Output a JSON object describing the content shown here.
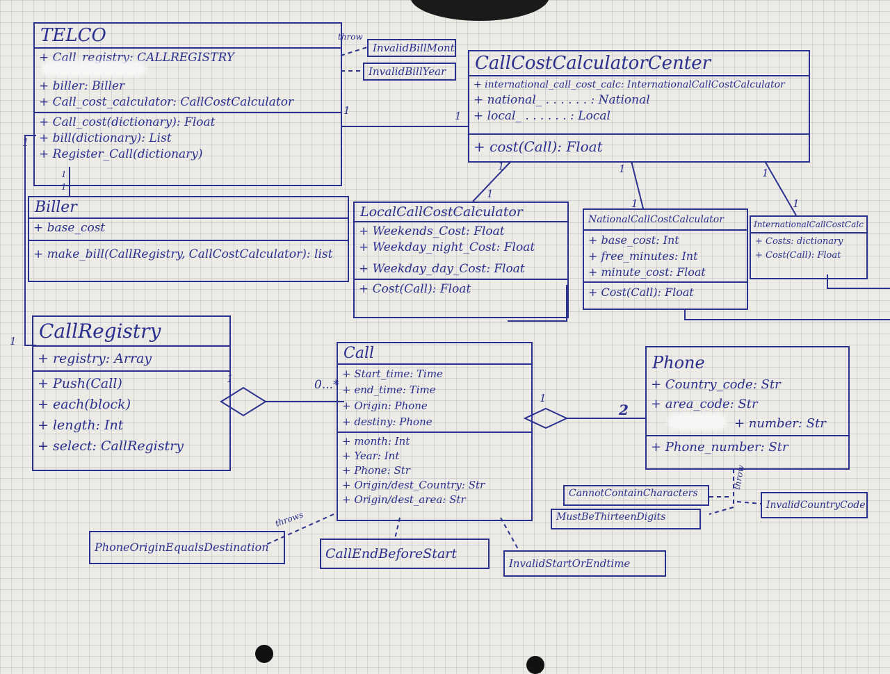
{
  "telco": {
    "title": "TELCO",
    "attributes": [
      "+ Call_registry: CALLREGISTRY",
      "+ biller: Biller",
      "+ Call_cost_calculator: CallCostCalculator"
    ],
    "methods": [
      "+ Call_cost(dictionary): Float",
      "+ bill(dictionary): List",
      "+ Register_Call(dictionary)"
    ]
  },
  "telco_exceptions": {
    "throws_label": "throw",
    "items": [
      "InvalidBillMonth",
      "InvalidBillYear"
    ]
  },
  "call_cost_center": {
    "title": "CallCostCalculatorCenter",
    "attributes": [
      "+ international_call_cost_calc: InternationalCallCostCalculator",
      "+ national_ . . . . . . : National",
      "+ local_ . . . . . . : Local"
    ],
    "methods": [
      "+ cost(Call): Float"
    ]
  },
  "biller": {
    "title": "Biller",
    "attributes": [
      "+ base_cost"
    ],
    "methods": [
      "+ make_bill(CallRegistry, CallCostCalculator): list"
    ]
  },
  "local_calc": {
    "title": "LocalCallCostCalculator",
    "attributes": [
      "+ Weekends_Cost: Float",
      "+ Weekday_night_Cost: Float",
      "+ Weekday_day_Cost: Float"
    ],
    "methods": [
      "+ Cost(Call): Float"
    ]
  },
  "national_calc": {
    "title": "NationalCallCostCalculator",
    "attributes": [
      "+ base_cost: Int",
      "+ free_minutes: Int",
      "+ minute_cost: Float"
    ],
    "methods": [
      "+ Cost(Call): Float"
    ]
  },
  "international_calc": {
    "title": "InternationalCallCostCalc",
    "attributes": [
      "+ Costs: dictionary"
    ],
    "methods": [
      "+ Cost(Call): Float"
    ]
  },
  "call_registry": {
    "title": "CallRegistry",
    "attributes": [
      "+ registry: Array"
    ],
    "methods": [
      "+ Push(Call)",
      "+ each(block)",
      "+ length: Int",
      "+ select: CallRegistry"
    ]
  },
  "call": {
    "title": "Call",
    "attributes": [
      "+ Start_time: Time",
      "+ end_time: Time",
      "+ Origin: Phone",
      "+ destiny: Phone"
    ],
    "methods": [
      "+ month: Int",
      "+ Year: Int",
      "+ Phone: Str",
      "+ Origin/dest_Country: Str",
      "+ Origin/dest_area: Str"
    ]
  },
  "phone": {
    "title": "Phone",
    "attributes": [
      "+ Country_code: Str",
      "+ area_code: Str",
      "+ number: Str"
    ],
    "methods": [
      "+ Phone_number: Str"
    ]
  },
  "call_exceptions": {
    "throws_label": "throws",
    "items": [
      "PhoneOriginEqualsDestination",
      "CallEndBeforeStart",
      "InvalidStartOrEndtime"
    ]
  },
  "phone_exceptions": {
    "throws_label": "throw",
    "items": [
      "CannotContainCharacters",
      "MustBeThirteenDigits",
      "InvalidCountryCode"
    ]
  },
  "multiplicities": {
    "telco_center_left": "1",
    "telco_center_right": "1",
    "telco_biller_a": "1",
    "telco_biller_b": "1",
    "telco_registry_top": "1",
    "telco_registry_bottom": "1",
    "center_local_top": "1",
    "center_local_bottom": "1",
    "center_national_top": "1",
    "center_national_bottom": "1",
    "center_intl_top": "1",
    "center_intl_bottom": "1",
    "registry_call_one": "1",
    "registry_call_many": "0...*",
    "call_phone_one": "1",
    "call_phone_two": "2"
  }
}
